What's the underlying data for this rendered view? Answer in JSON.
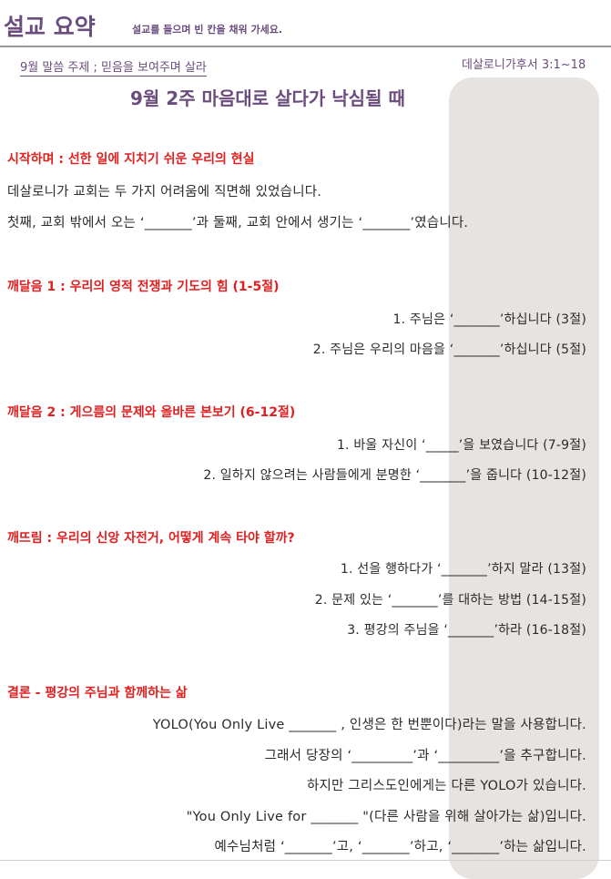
{
  "header": {
    "title": "설교 요약",
    "instruction": "설교를 들으며 빈 칸을 채워 가세요.",
    "theme": "9월 말씀 주제 ; 믿음을 보여주며 살라",
    "scripture": "데살로니가후서 3:1~18",
    "week_title": "9월 2주  마음대로 살다가 낙심될 때"
  },
  "intro": {
    "heading": "시작하며 : 선한 일에 지치기 쉬운 우리의 현실",
    "lines": [
      "데살로니가 교회는 두 가지 어려움에 직면해 있었습니다.",
      "첫째, 교회 밖에서 오는 ‘_______’과 둘째, 교회 안에서 생기는 ‘_______’였습니다."
    ]
  },
  "section1": {
    "heading": "깨달음 1 : 우리의 영적 전쟁과 기도의 힘 (1-5절)",
    "items": [
      "1.   주님은 ‘_______’하십니다 (3절)",
      "2.   주님은 우리의 마음을 ‘_______’하십니다 (5절)"
    ]
  },
  "section2": {
    "heading": "깨달음 2 : 게으름의 문제와 올바른 본보기 (6-12절)",
    "items": [
      "1.   바울 자신이 ‘_____’을 보였습니다 (7-9절)",
      "2.   일하지 않으려는 사람들에게 분명한 ‘_______’을 줍니다 (10-12절)"
    ]
  },
  "section3": {
    "heading": "깨뜨림 : 우리의 신앙 자전거, 어떻게 계속 타야 할까?",
    "items": [
      "1.   선을 행하다가 ‘_______’하지 말라 (13절)",
      "2.   문제 있는 ‘_______’를 대하는 방법 (14-15절)",
      "3.   평강의 주님을 ‘_______’하라 (16-18절)"
    ]
  },
  "conclusion": {
    "heading": "결론 - 평강의 주님과 함께하는 삶",
    "lines": [
      "YOLO(You Only Live _______ , 인생은 한 번뿐이다)라는 말을 사용합니다.",
      "그래서 당장의 ‘_________’과 ‘_________’을 추구합니다.",
      "하지만 그리스도인에게는 다른 YOLO가 있습니다.",
      "\"You Only Live for _______ \"(다른 사람을 위해 살아가는 삶)입니다.",
      "예수님처럼 ‘_______’고, ‘_______’하고, ‘_______’하는 삶입니다."
    ]
  }
}
